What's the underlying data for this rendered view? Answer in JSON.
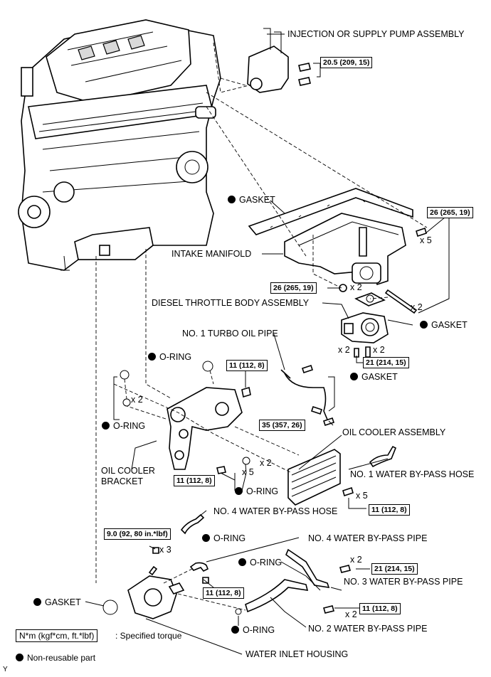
{
  "labels": {
    "pump": "INJECTION OR SUPPLY PUMP ASSEMBLY",
    "gasket_manifold": "GASKET",
    "intake_manifold": "INTAKE MANIFOLD",
    "throttle_body": "DIESEL THROTTLE BODY ASSEMBLY",
    "gasket_throttle": "GASKET",
    "turbo_pipe": "NO. 1 TURBO OIL PIPE",
    "oring_top": "O-RING",
    "gasket_turbo": "GASKET",
    "oring_left": "O-RING",
    "oil_cooler_assy": "OIL COOLER ASSEMBLY",
    "oil_cooler_bracket_1": "OIL COOLER",
    "oil_cooler_bracket_2": "BRACKET",
    "hose1": "NO. 1 WATER BY-PASS HOSE",
    "oring_bracket": "O-RING",
    "hose4": "NO. 4 WATER BY-PASS HOSE",
    "oring_hose4": "O-RING",
    "pipe4": "NO. 4 WATER BY-PASS PIPE",
    "oring_pipe3": "O-RING",
    "pipe3": "NO. 3 WATER BY-PASS PIPE",
    "gasket_housing": "GASKET",
    "oring_bottom": "O-RING",
    "pipe2": "NO. 2 WATER BY-PASS PIPE",
    "water_inlet": "WATER INLET HOUSING"
  },
  "torques": {
    "pump": "20.5 (209, 15)",
    "manifold_bolt": "26 (265, 19)",
    "manifold_nut": "26 (265, 19)",
    "throttle": "21 (214, 15)",
    "bracket_top": "11 (112, 8)",
    "turbo": "35 (357, 26)",
    "bracket_bottom": "11 (112, 8)",
    "cooler": "11 (112, 8)",
    "housing": "9.0 (92, 80 in.*lbf)",
    "pipe4": "11 (112, 8)",
    "pipe3": "21 (214, 15)",
    "pipe2": "11 (112, 8)"
  },
  "quantities": {
    "manifold_bolt": "x 5",
    "manifold_nut": "x 2",
    "manifold_stud": "x 2",
    "throttle_left": "x 2",
    "throttle_right": "x 2",
    "oring_left": "x 2",
    "bracket_bolt": "x 5",
    "bracket_oring": "x 2",
    "cooler": "x 5",
    "housing": "x 3",
    "pipe3": "x 2",
    "pipe2": "x 2"
  },
  "legend": {
    "torque_box": "N*m (kgf*cm, ft.*lbf)",
    "torque_desc": ": Specified torque",
    "nonreusable": "Non-reusable part"
  },
  "corner_mark": "Y"
}
